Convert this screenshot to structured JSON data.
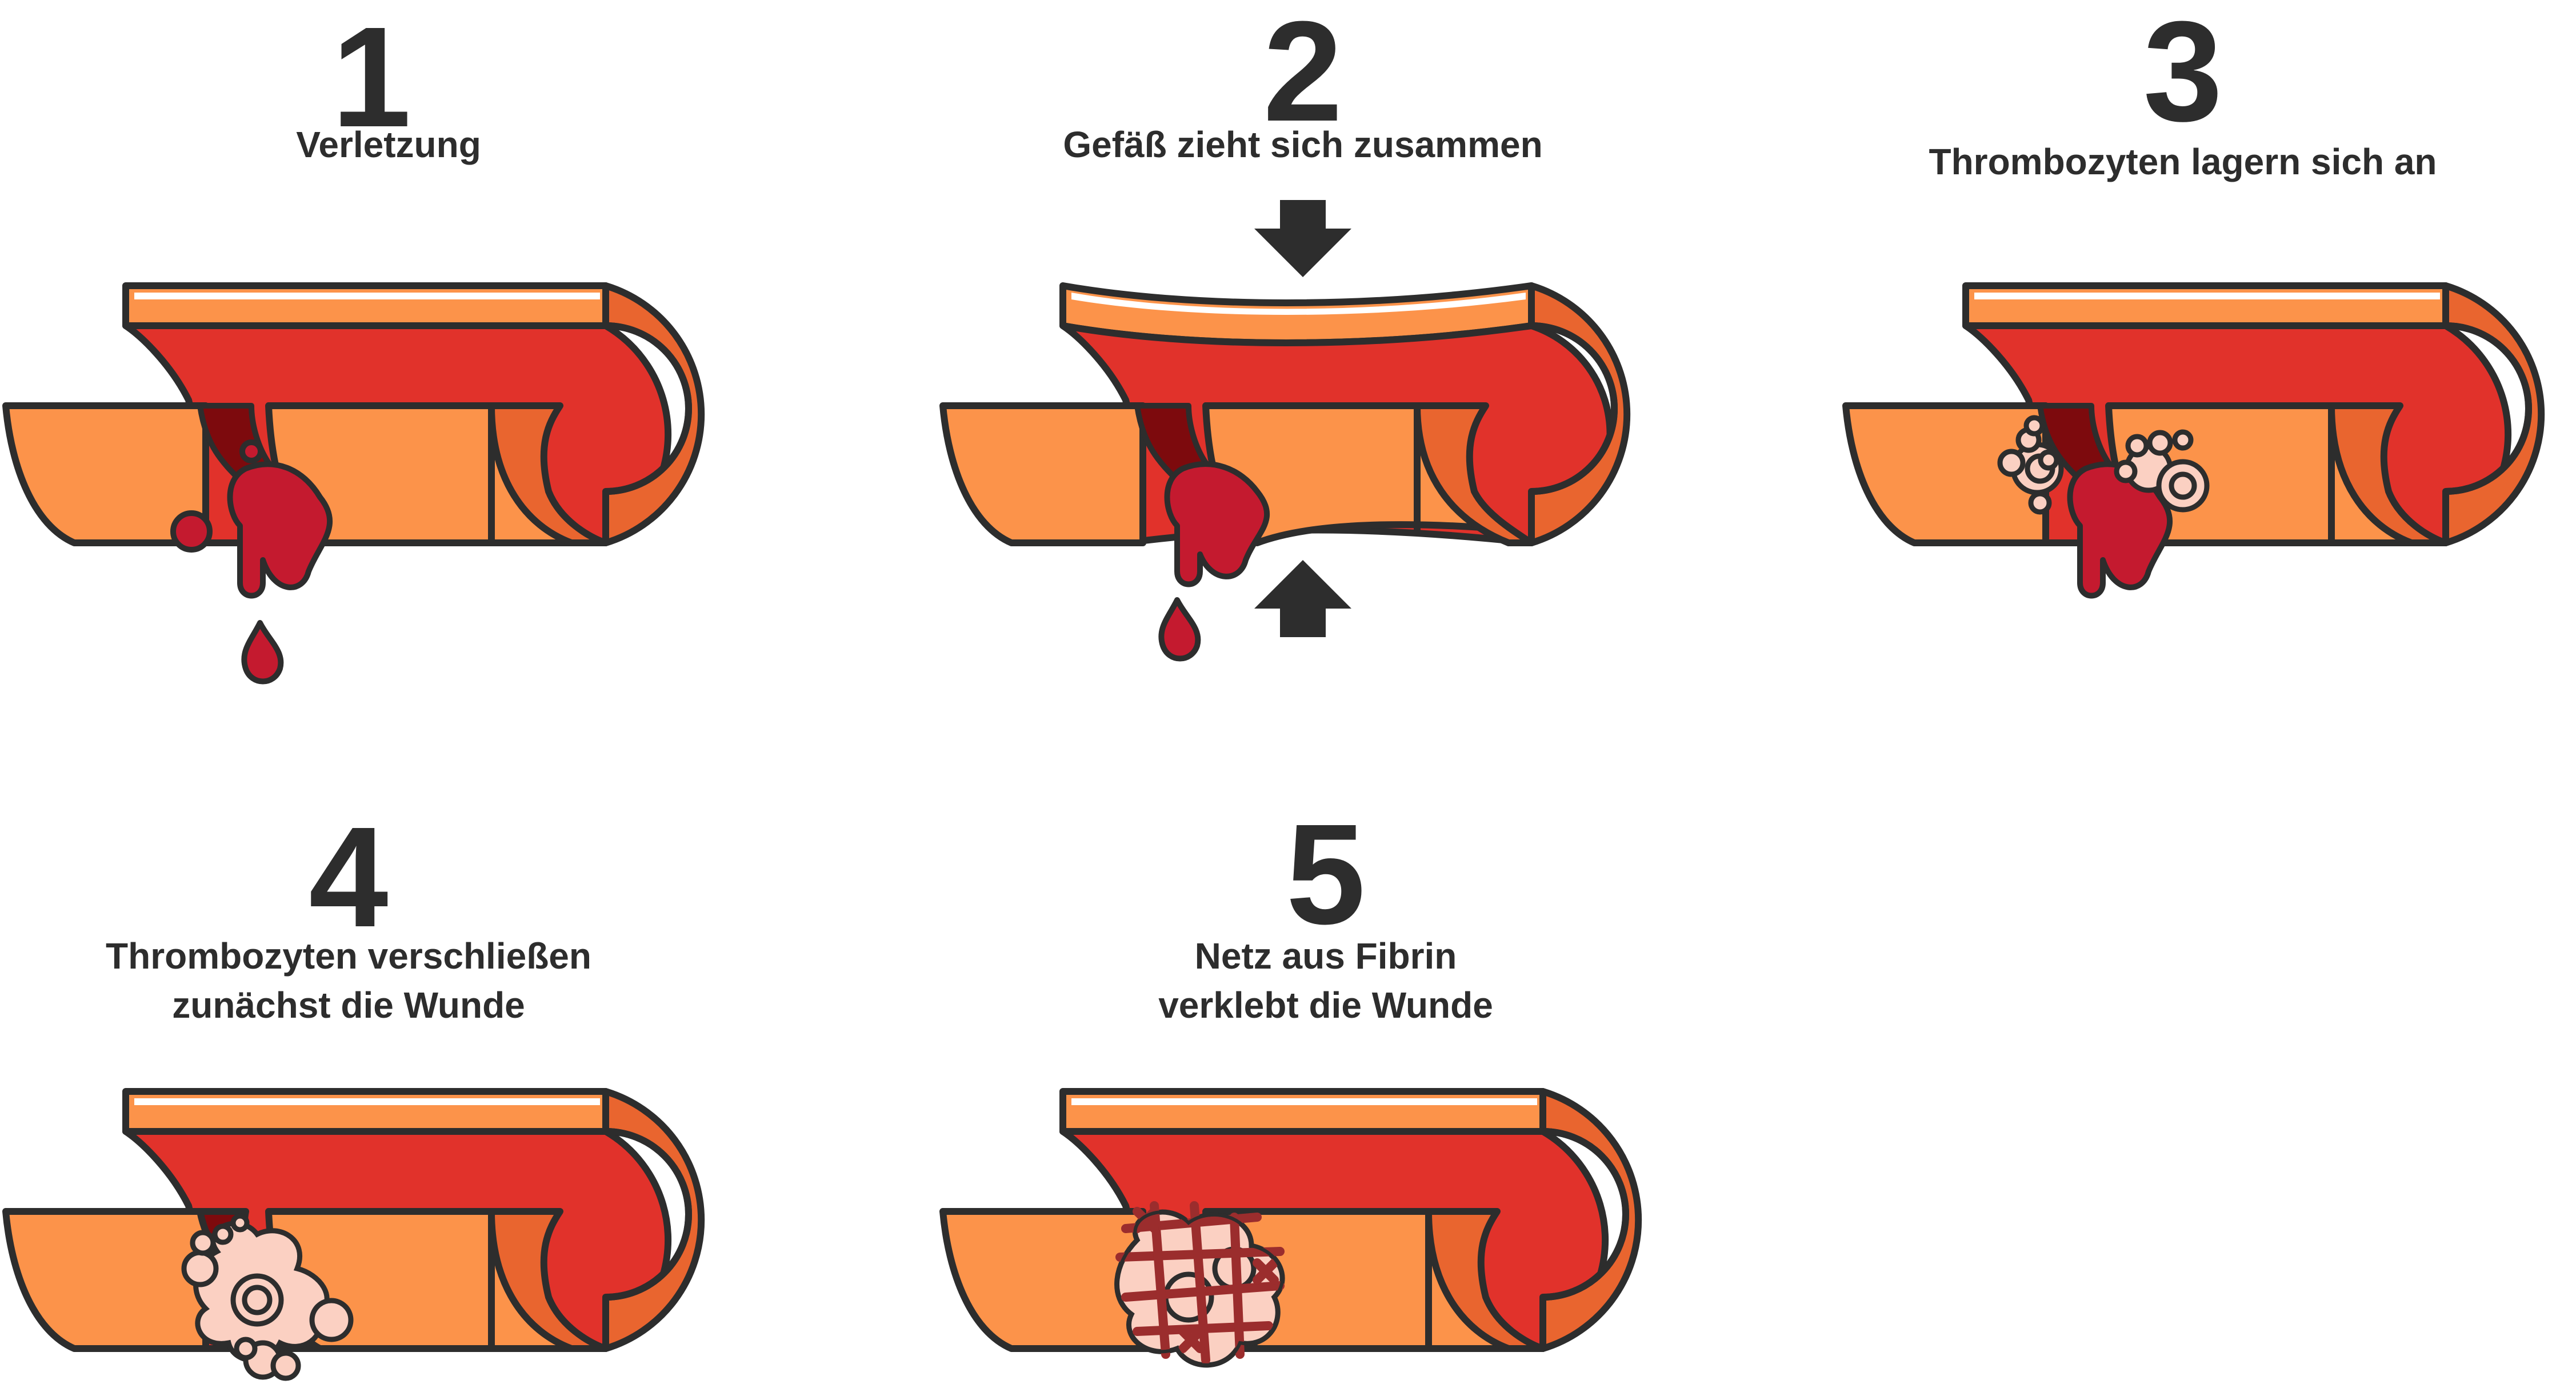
{
  "colors": {
    "outline": "#2d2d2d",
    "vessel_orange": "#fc934a",
    "vessel_dark_orange": "#e9652f",
    "vessel_red": "#e1322b",
    "blood_dark": "#7d0a0d",
    "blood_red": "#c41a2f",
    "platelet": "#fbd0c2",
    "fibrin": "#9b2d2d",
    "highlight": "#ffffff"
  },
  "steps": [
    {
      "number": "1",
      "caption": "Verletzung"
    },
    {
      "number": "2",
      "caption": "Gefäß zieht sich zusammen"
    },
    {
      "number": "3",
      "caption": "Thrombozyten lagern sich an"
    },
    {
      "number": "4",
      "caption": "Thrombozyten verschließen\nzunächst die Wunde"
    },
    {
      "number": "5",
      "caption": "Netz aus Fibrin\nverklebt die Wunde"
    }
  ],
  "icons": {
    "compress_arrows": "arrow-down-icon / arrow-up-icon",
    "blood": "blood-drop-icon",
    "platelets": "platelet-cluster-icon",
    "fibrin": "fibrin-mesh-icon"
  }
}
